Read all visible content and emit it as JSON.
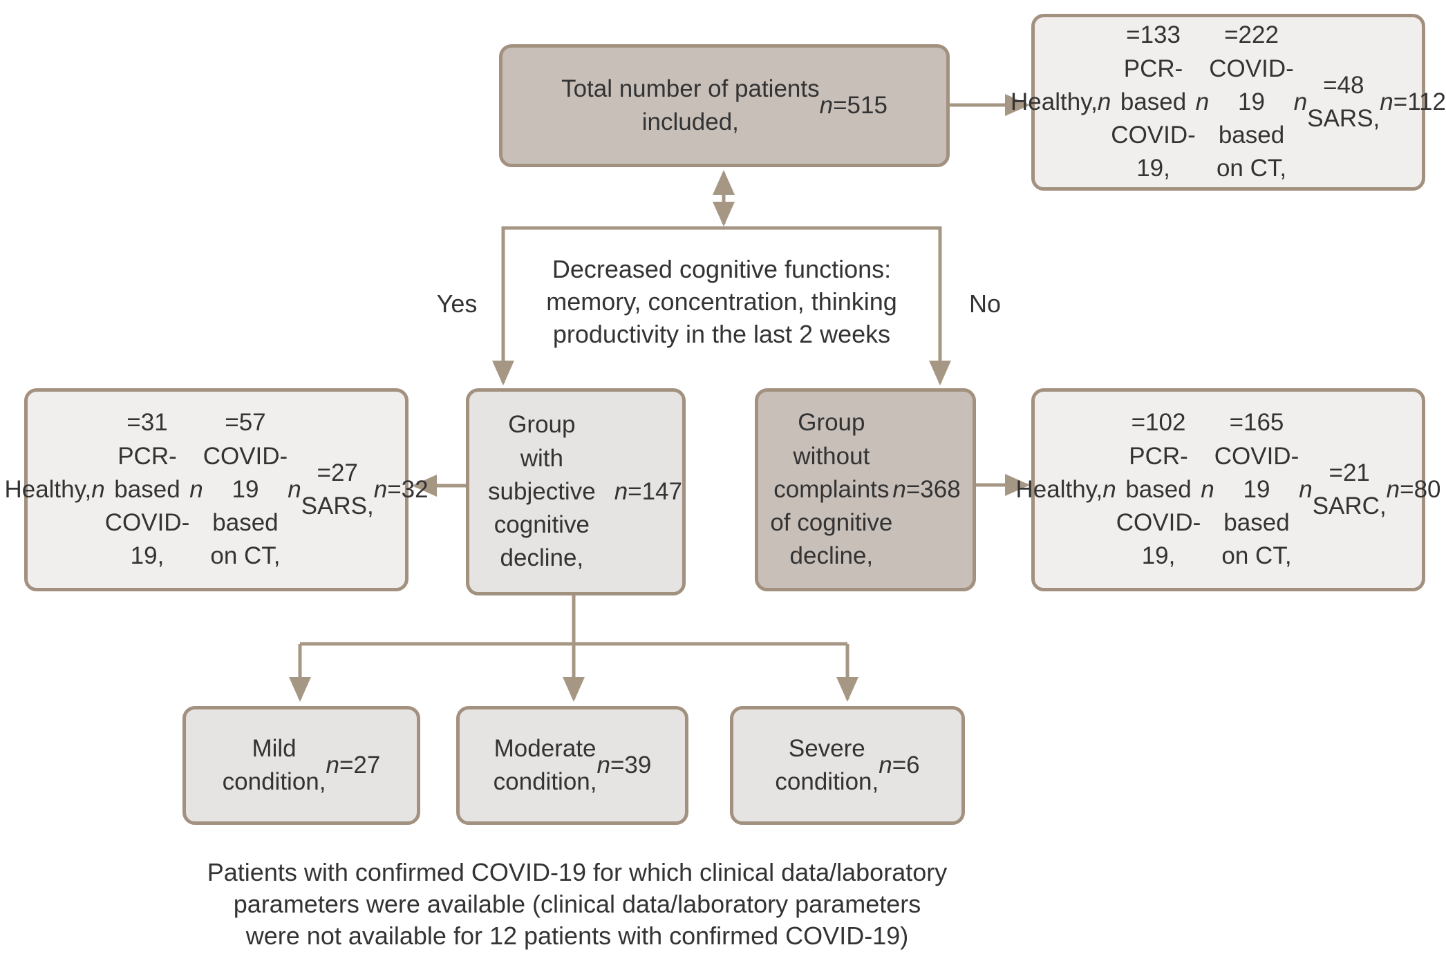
{
  "diagram": {
    "colors": {
      "background": "#ffffff",
      "line": "#a69785",
      "box_border": "#a39180",
      "tan_fill": "#c8bfb9",
      "light_fill": "#f1efed",
      "gray_fill": "#e6e4e2",
      "text": "#333333"
    },
    "nodes": {
      "total": {
        "text": "Total number of patients\nincluded, n=515"
      },
      "total_breakdown": {
        "text": "Healthy, n=133\nPCR-based COVID-19, n=222\nCOVID-19 based on CT, n=48\nSARS, n=112"
      },
      "decision": {
        "text": "Decreased cognitive functions:\nmemory, concentration, thinking\nproductivity in the last 2 weeks"
      },
      "yes_label": "Yes",
      "no_label": "No",
      "scd_group": {
        "text": "Group\nwith subjective\ncognitive\ndecline, n=147"
      },
      "scd_breakdown": {
        "text": "Healthy, n=31\nPCR-based COVID-19, n=57\nCOVID-19 based on CT, n=27\nSARS, n=32"
      },
      "no_complaints_group": {
        "text": "Group\nwithout\ncomplaints\nof cognitive\ndecline, n=368"
      },
      "no_complaints_breakdown": {
        "text": "Healthy, n=102\nPCR-based COVID-19, n=165\nCOVID-19 based on CT, n=21\nSARC, n=80"
      },
      "mild": {
        "text": "Mild\ncondition,\nn=27"
      },
      "moderate": {
        "text": "Moderate\ncondition,\nn=39"
      },
      "severe": {
        "text": "Severe\ncondition,\nn=6"
      }
    },
    "caption": {
      "text": "Patients with confirmed COVID-19 for which clinical data/laboratory\nparameters were available (clinical data/laboratory parameters\nwere not available for 12 patients with confirmed COVID-19)"
    }
  }
}
